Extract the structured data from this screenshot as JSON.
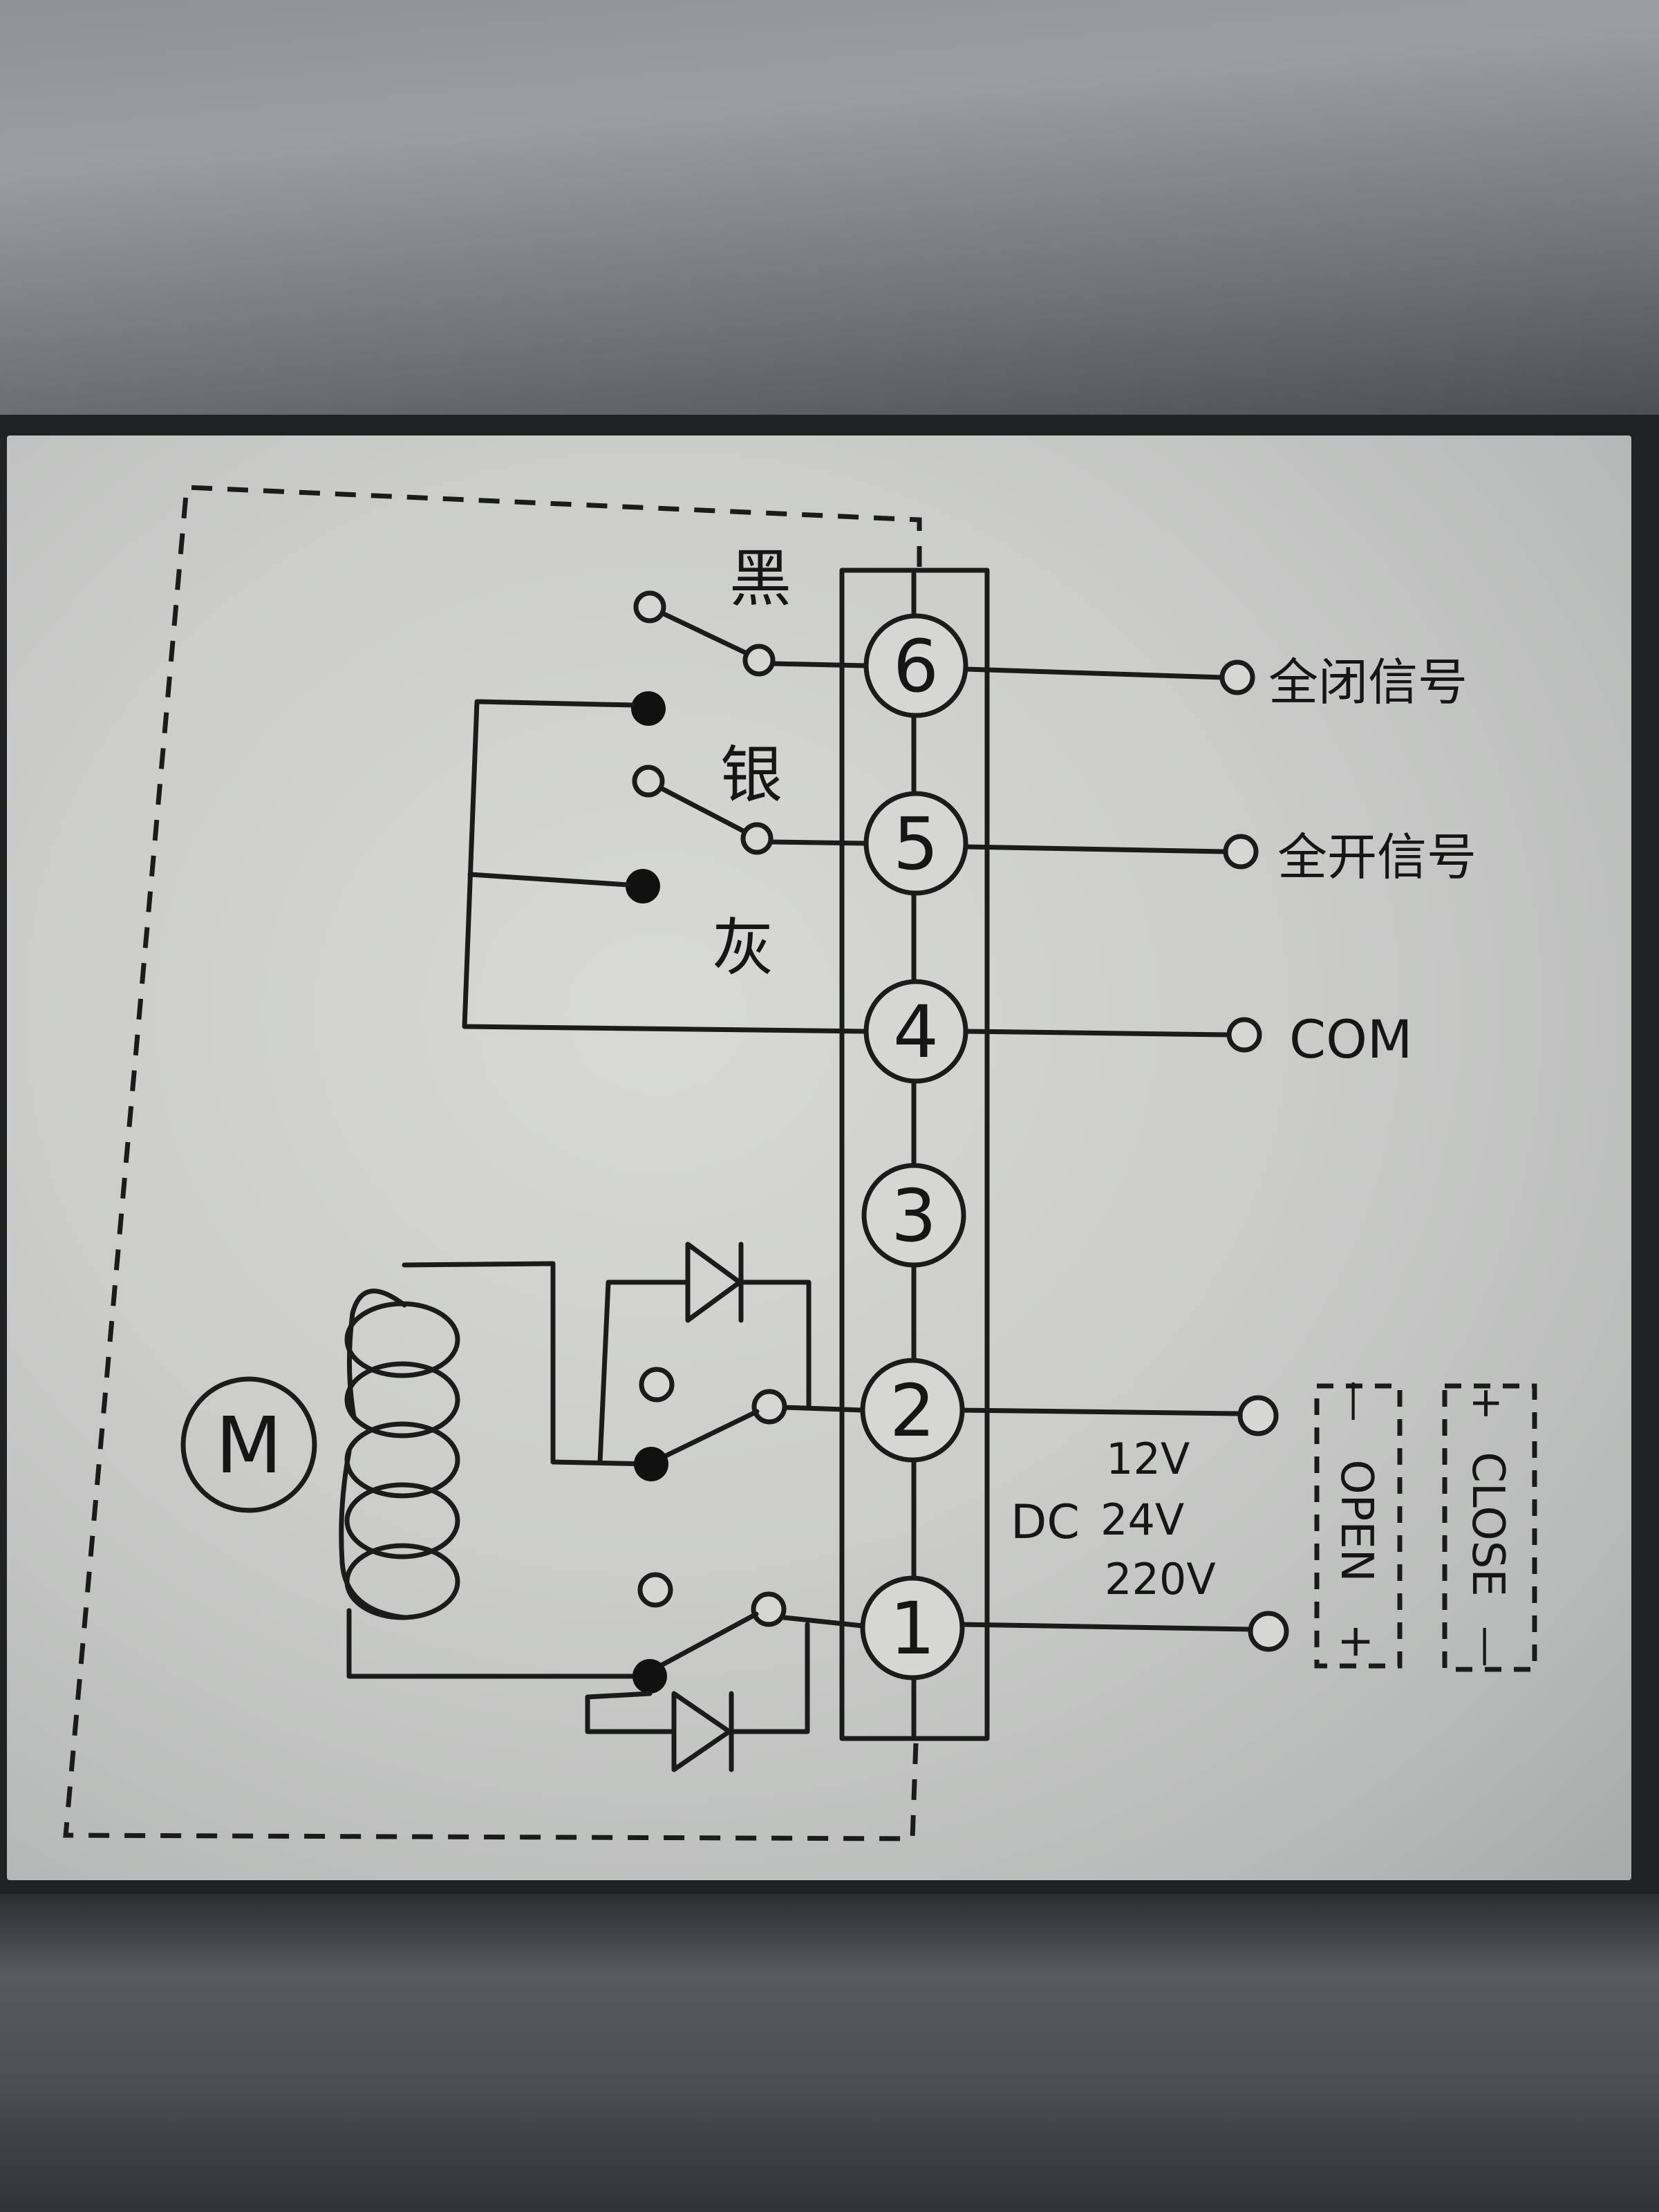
{
  "terminals": [
    "6",
    "5",
    "4",
    "3",
    "2",
    "1"
  ],
  "switch_labels": {
    "black": "黑",
    "silver": "银",
    "gray": "灰"
  },
  "outputs": {
    "full_close_signal": "全闭信号",
    "full_open_signal": "全开信号",
    "common": "COM"
  },
  "motor": {
    "symbol": "M"
  },
  "power": {
    "dc": "DC",
    "voltages": [
      "12V",
      "24V",
      "220V"
    ]
  },
  "polarity": {
    "open": {
      "minus": "—",
      "label": "OPEN",
      "plus": "+"
    },
    "close": {
      "plus": "+",
      "label": "CLOSE",
      "minus": "—"
    }
  },
  "colors": {
    "ink": "#1b1b1b",
    "plate": "#cccdcb",
    "housing": "#55595c"
  }
}
